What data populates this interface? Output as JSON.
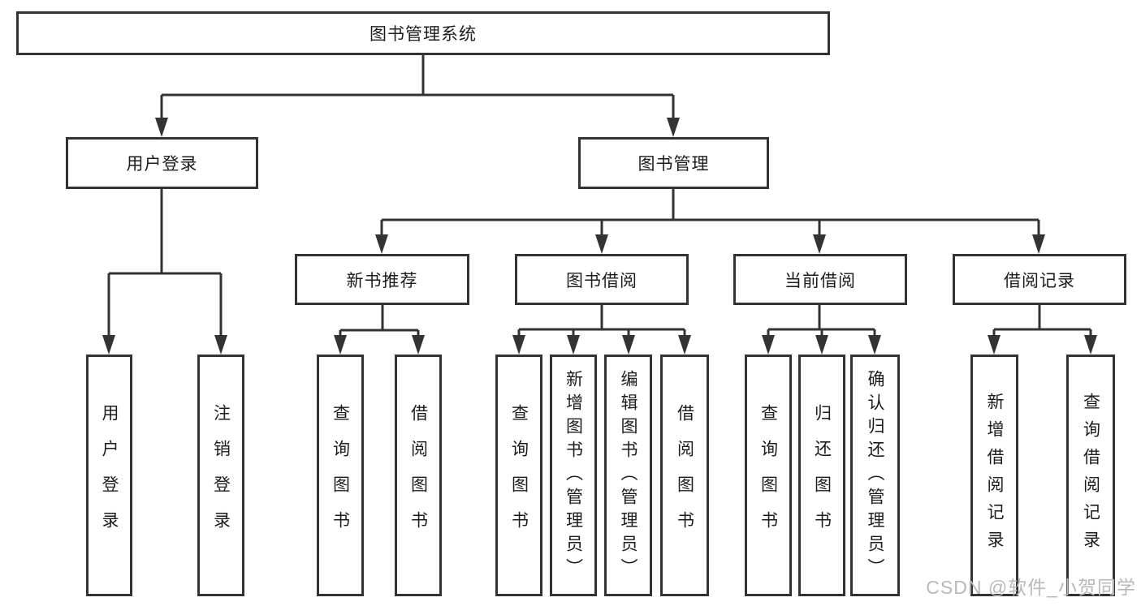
{
  "diagram": {
    "tree": {
      "root": {
        "label": "图书管理系统"
      },
      "children": [
        {
          "label": "用户登录",
          "children": [
            {
              "label": "用户登录"
            },
            {
              "label": "注销登录"
            }
          ]
        },
        {
          "label": "图书管理",
          "children": [
            {
              "label": "新书推荐",
              "children": [
                {
                  "label": "查询图书"
                },
                {
                  "label": "借阅图书"
                }
              ]
            },
            {
              "label": "图书借阅",
              "children": [
                {
                  "label": "查询图书"
                },
                {
                  "label": "新增图书（管理员）"
                },
                {
                  "label": "编辑图书（管理员）"
                },
                {
                  "label": "借阅图书"
                }
              ]
            },
            {
              "label": "当前借阅",
              "children": [
                {
                  "label": "查询图书"
                },
                {
                  "label": "归还图书"
                },
                {
                  "label": "确认归还（管理员）"
                }
              ]
            },
            {
              "label": "借阅记录",
              "children": [
                {
                  "label": "新增借阅记录"
                },
                {
                  "label": "查询借阅记录"
                }
              ]
            }
          ]
        }
      ]
    },
    "colors": {
      "line": "#333333",
      "box_border": "#333333",
      "text": "#1c1c1c",
      "background": "#ffffff",
      "watermark": "#b9b9b9"
    }
  },
  "watermark": {
    "text": "CSDN @软件_小贺同学"
  }
}
